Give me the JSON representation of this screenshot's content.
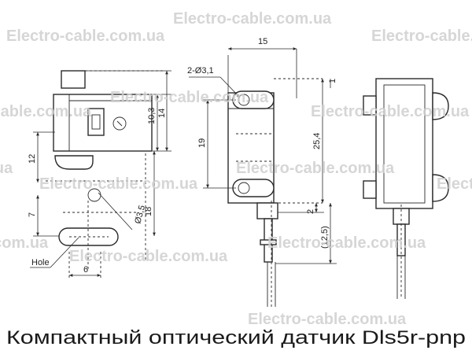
{
  "watermark": "Electro-cable.com.ua",
  "caption": "Компактный оптический датчик Dls5r-pnp",
  "dimensions": {
    "d10_3": "10,3",
    "d14": "14",
    "d12": "12",
    "d7": "7",
    "d18": "18",
    "d3_5": "Ø3,5",
    "d6": "6",
    "hole": "Hole",
    "d15": "15",
    "d2_holes": "2-Ø3,1",
    "d19": "19",
    "d25_4": "25,4",
    "d2": "2",
    "d12_5": "(12,5)",
    "d1": "1"
  }
}
